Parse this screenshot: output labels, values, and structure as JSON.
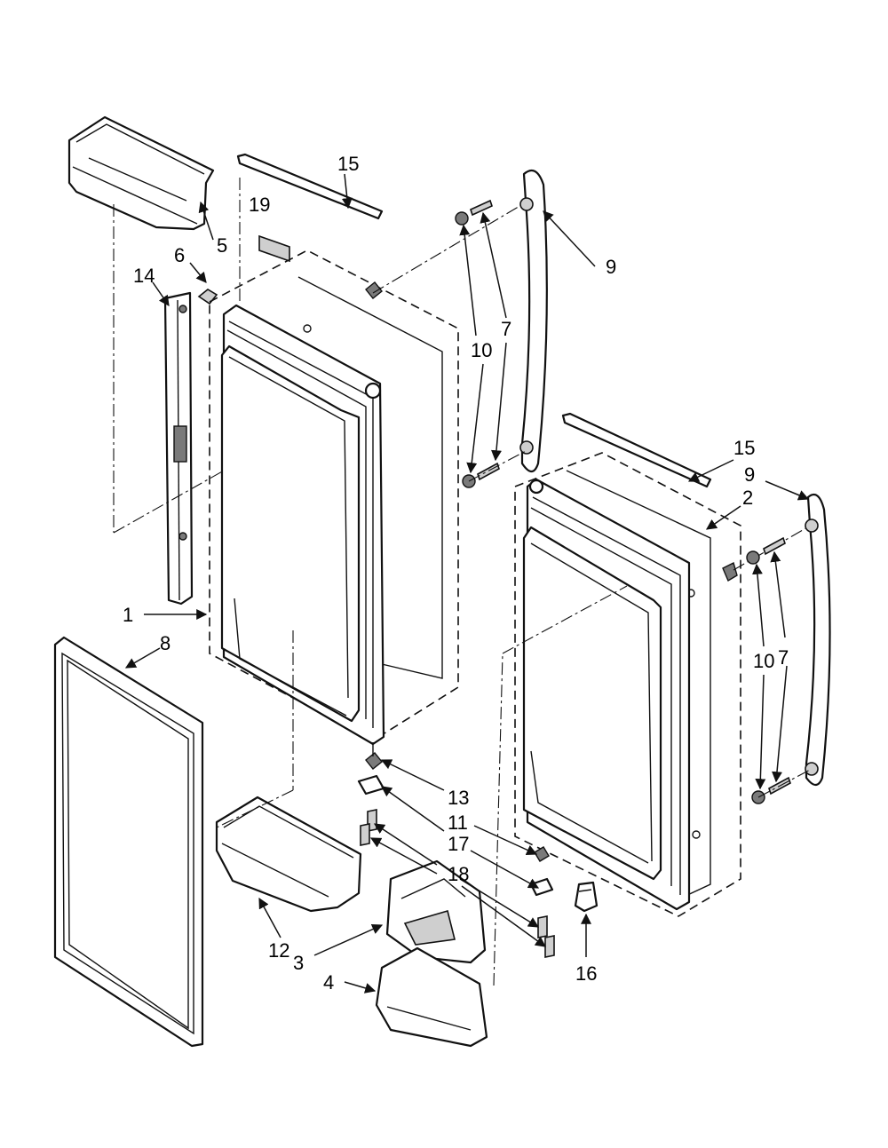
{
  "callouts": {
    "c1": "1",
    "c2": "2",
    "c3": "3",
    "c4": "4",
    "c5": "5",
    "c6": "6",
    "c7a": "7",
    "c7b": "7",
    "c8": "8",
    "c9a": "9",
    "c9b": "9",
    "c10a": "10",
    "c10b": "10",
    "c11": "11",
    "c12": "12",
    "c13": "13",
    "c14": "14",
    "c15a": "15",
    "c15b": "15",
    "c16": "16",
    "c17": "17",
    "c18": "18",
    "c19": "19"
  }
}
